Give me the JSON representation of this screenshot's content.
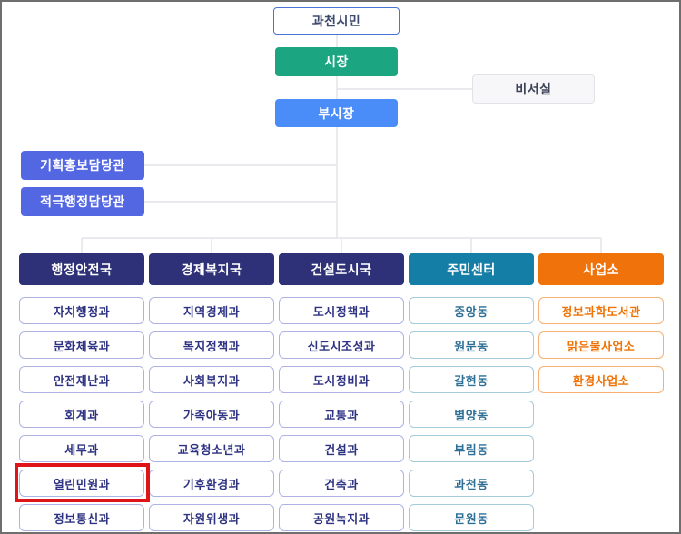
{
  "org": {
    "top": {
      "citizen": "과천시민",
      "mayor": "시장",
      "secretary": "비서실",
      "deputy_mayor": "부시장",
      "staff_offices": [
        "기획홍보담당관",
        "적극행정담당관"
      ]
    },
    "columns": [
      {
        "header": "행정안전국",
        "items": [
          "자치행정과",
          "문화체육과",
          "안전재난과",
          "회계과",
          "세무과",
          "열린민원과",
          "정보통신과"
        ]
      },
      {
        "header": "경제복지국",
        "items": [
          "지역경제과",
          "복지정책과",
          "사회복지과",
          "가족아동과",
          "교육청소년과",
          "기후환경과",
          "자원위생과"
        ]
      },
      {
        "header": "건설도시국",
        "items": [
          "도시정책과",
          "신도시조성과",
          "도시정비과",
          "교통과",
          "건설과",
          "건축과",
          "공원녹지과"
        ]
      },
      {
        "header": "주민센터",
        "items": [
          "중앙동",
          "원문동",
          "갈현동",
          "별양동",
          "부림동",
          "과천동",
          "문원동"
        ]
      },
      {
        "header": "사업소",
        "items": [
          "정보과학도서관",
          "맑은물사업소",
          "환경사업소"
        ]
      }
    ],
    "highlighted_item": "열린민원과",
    "colors": {
      "mayor_green": "#1ba581",
      "deputy_blue": "#4a8cf8",
      "staff_indigo": "#5467e3",
      "bureau_navy": "#2e3178",
      "center_teal": "#147ea6",
      "office_orange": "#f0720a",
      "highlight_red": "#df1418",
      "connector_gray": "#e4e4e8"
    }
  }
}
